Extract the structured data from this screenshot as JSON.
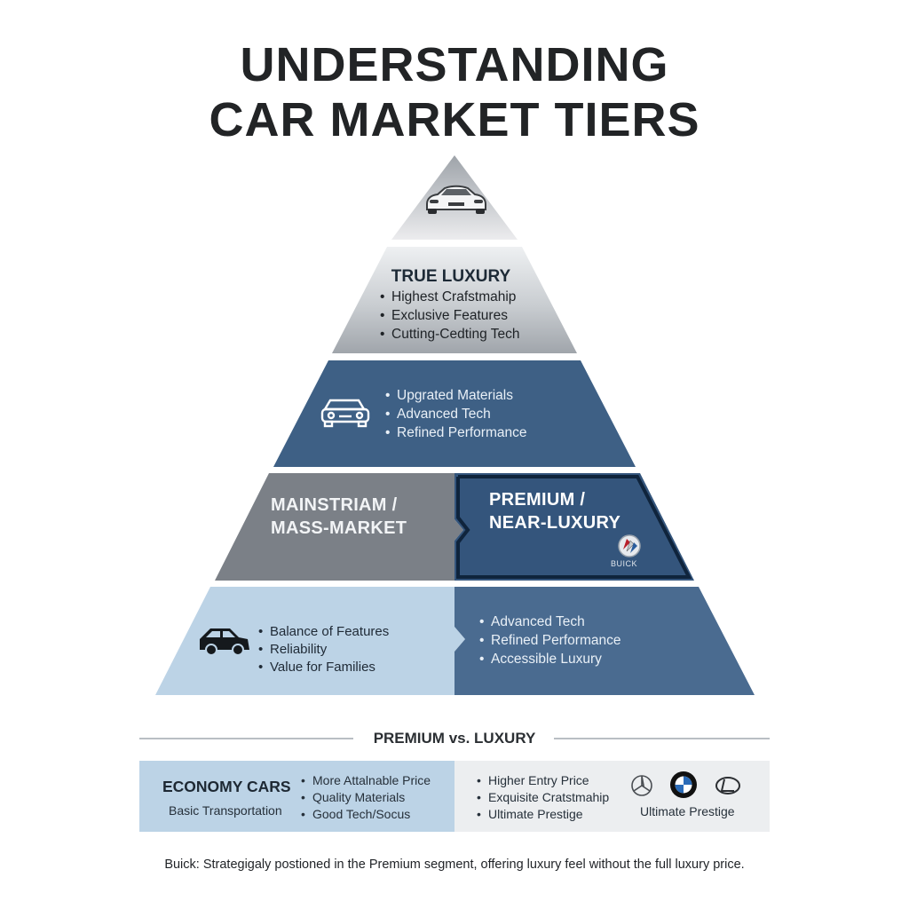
{
  "title": {
    "line1": "UNDERSTANDING",
    "line2": "CAR MARKET TIERS"
  },
  "pyramid": {
    "true_luxury": {
      "title": "TRUE LUXURY",
      "bullets": [
        "Highest Crafstmahip",
        "Exclusive Features",
        "Cutting-Cedting Tech"
      ]
    },
    "upper_middle": {
      "bullets": [
        "Upgrated Materials",
        "Advanced Tech",
        "Refined Performance"
      ],
      "icon": "car-front-icon"
    },
    "split_row": {
      "left_label": [
        "MAINSTRIAM /",
        "MASS-MARKET"
      ],
      "right_label": [
        "PREMIUM /",
        "NEAR-LUXURY"
      ],
      "brand": "BUICK"
    },
    "base": {
      "left_bullets": [
        "Balance of Features",
        "Reliability",
        "Value for Families"
      ],
      "right_bullets": [
        "Advanced Tech",
        "Refined Performance",
        "Accessible Luxury"
      ],
      "icon": "car-side-icon"
    }
  },
  "comparison": {
    "header": "PREMIUM vs. LUXURY",
    "economy": {
      "title": "ECONOMY CARS",
      "subtitle": "Basic Transportation"
    },
    "premium_bullets": [
      "More Attalnable Price",
      "Quality Materials",
      "Good Tech/Socus"
    ],
    "luxury_bullets": [
      "Higher Entry Price",
      "Exquisite Cratstmahip",
      "Ultimate Prestige"
    ],
    "luxury_caption": "Ultimate Prestige",
    "brand_icons": [
      "mercedes-logo-icon",
      "bmw-logo-icon",
      "lexus-logo-icon"
    ]
  },
  "caption": "Buick: Strategigaly postioned in the Premium segment, offering luxury feel without the full luxury price.",
  "colors": {
    "dark_blue": "#3e6085",
    "premium_blue": "#34557c",
    "mid_grey": "#7c8188",
    "light_blue": "#bcd3e6",
    "silver_light": "#eef0f2",
    "silver_dark": "#9da2a8"
  }
}
